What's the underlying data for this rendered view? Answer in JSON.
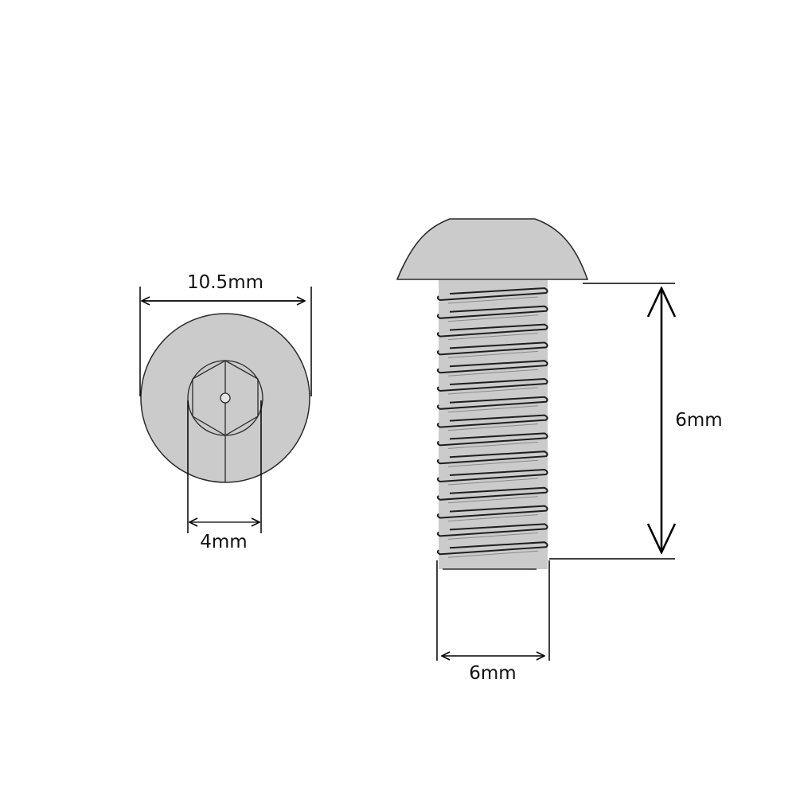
{
  "top_view": {
    "head_diameter_label": "10.5mm",
    "socket_width_label": "4mm"
  },
  "side_view": {
    "thread_length_label": "6mm",
    "thread_diameter_label": "6mm"
  },
  "colors": {
    "part_fill": "#cbcbcb",
    "outline": "#2a2a2a",
    "dimension_line": "#000000",
    "background": "#ffffff"
  }
}
